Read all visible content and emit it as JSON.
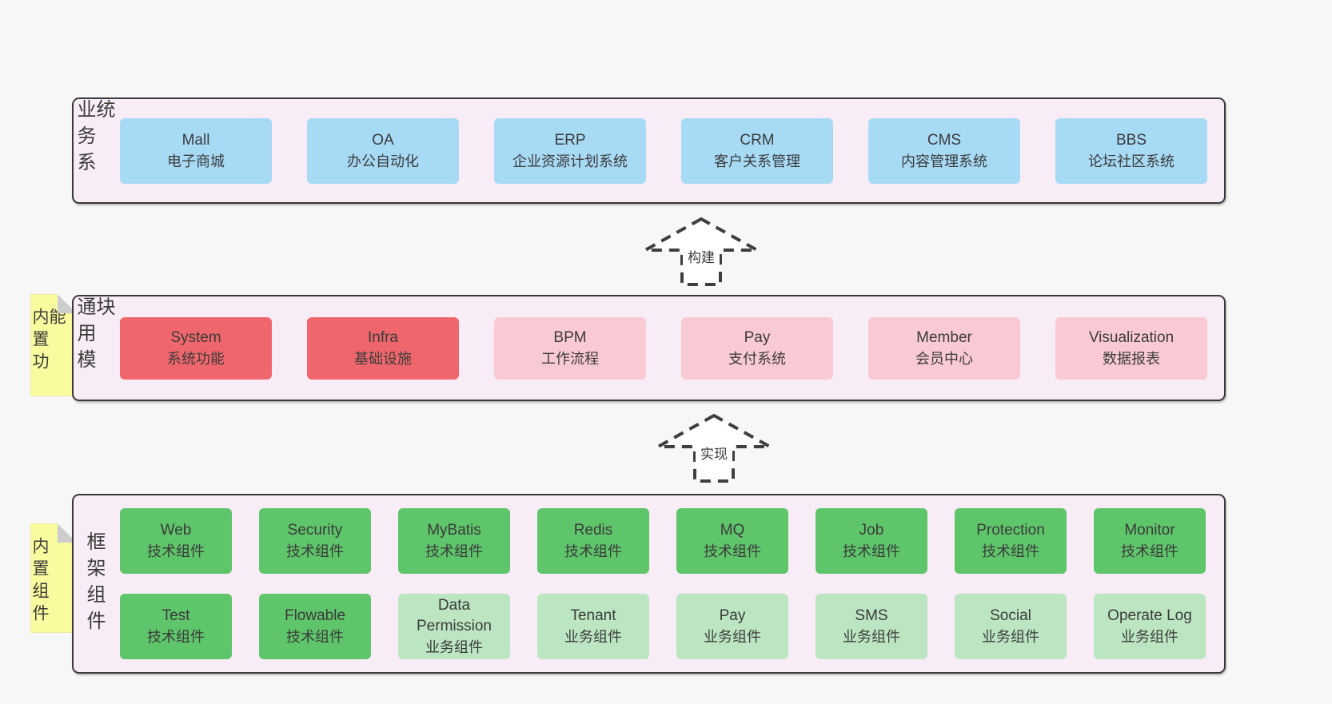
{
  "colors": {
    "page_bg": "#f7f7f7",
    "band_bg": "#f8edf6",
    "band_border": "#3a3a3a",
    "note_bg": "#fafa9e",
    "note_fold": "#cdcdcd",
    "text": "#3b3b3b",
    "blue": "#a7daf5",
    "red": "#ef676c",
    "pink": "#f9cad3",
    "green": "#5ec56a",
    "lightgreen": "#bce5c2"
  },
  "arrows": [
    {
      "label": "构建"
    },
    {
      "label": "实现"
    }
  ],
  "bands": [
    {
      "id": "business-systems",
      "label": "业务系统",
      "rows": [
        [
          {
            "title": "Mall",
            "subtitle": "电子商城",
            "variant": "blue"
          },
          {
            "title": "OA",
            "subtitle": "办公自动化",
            "variant": "blue"
          },
          {
            "title": "ERP",
            "subtitle": "企业资源计划系统",
            "variant": "blue"
          },
          {
            "title": "CRM",
            "subtitle": "客户关系管理",
            "variant": "blue"
          },
          {
            "title": "CMS",
            "subtitle": "内容管理系统",
            "variant": "blue"
          },
          {
            "title": "BBS",
            "subtitle": "论坛社区系统",
            "variant": "blue"
          }
        ]
      ]
    },
    {
      "id": "common-modules",
      "label": "通用模块",
      "note": "内置功能",
      "rows": [
        [
          {
            "title": "System",
            "subtitle": "系统功能",
            "variant": "red"
          },
          {
            "title": "Infra",
            "subtitle": "基础设施",
            "variant": "red"
          },
          {
            "title": "BPM",
            "subtitle": "工作流程",
            "variant": "pink"
          },
          {
            "title": "Pay",
            "subtitle": "支付系统",
            "variant": "pink"
          },
          {
            "title": "Member",
            "subtitle": "会员中心",
            "variant": "pink"
          },
          {
            "title": "Visualization",
            "subtitle": "数据报表",
            "variant": "pink"
          }
        ]
      ]
    },
    {
      "id": "framework-components",
      "label": "框架组件",
      "note": "内置组件",
      "rows": [
        [
          {
            "title": "Web",
            "subtitle": "技术组件",
            "variant": "green"
          },
          {
            "title": "Security",
            "subtitle": "技术组件",
            "variant": "green"
          },
          {
            "title": "MyBatis",
            "subtitle": "技术组件",
            "variant": "green"
          },
          {
            "title": "Redis",
            "subtitle": "技术组件",
            "variant": "green"
          },
          {
            "title": "MQ",
            "subtitle": "技术组件",
            "variant": "green"
          },
          {
            "title": "Job",
            "subtitle": "技术组件",
            "variant": "green"
          },
          {
            "title": "Protection",
            "subtitle": "技术组件",
            "variant": "green"
          },
          {
            "title": "Monitor",
            "subtitle": "技术组件",
            "variant": "green"
          }
        ],
        [
          {
            "title": "Test",
            "subtitle": "技术组件",
            "variant": "green"
          },
          {
            "title": "Flowable",
            "subtitle": "技术组件",
            "variant": "green"
          },
          {
            "title": "Data Permission",
            "subtitle": "业务组件",
            "variant": "lightgreen"
          },
          {
            "title": "Tenant",
            "subtitle": "业务组件",
            "variant": "lightgreen"
          },
          {
            "title": "Pay",
            "subtitle": "业务组件",
            "variant": "lightgreen"
          },
          {
            "title": "SMS",
            "subtitle": "业务组件",
            "variant": "lightgreen"
          },
          {
            "title": "Social",
            "subtitle": "业务组件",
            "variant": "lightgreen"
          },
          {
            "title": "Operate Log",
            "subtitle": "业务组件",
            "variant": "lightgreen"
          }
        ]
      ]
    }
  ]
}
